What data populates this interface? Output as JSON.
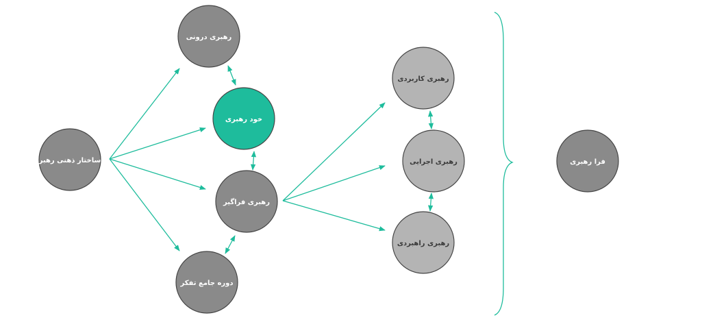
{
  "colors": {
    "accent": "#1ebc9c",
    "node_dark": "#8a8a8a",
    "node_light": "#b4b4b4",
    "node_stroke": "#454545"
  },
  "nodes": {
    "mental_structure": "ساختار ذهنی رهبر",
    "inner_leadership": "رهبری درونی",
    "self_leadership": "خود رهبری",
    "comprehensive_leadership": "رهبری فراگیر",
    "holistic_thinking": "دوره جامع تفکر",
    "applied_leadership": "رهبری کاربردی",
    "executive_leadership": "رهبری اجرایی",
    "strategic_leadership": "رهبری راهبردی",
    "meta_leadership": "فرا رهبری"
  }
}
